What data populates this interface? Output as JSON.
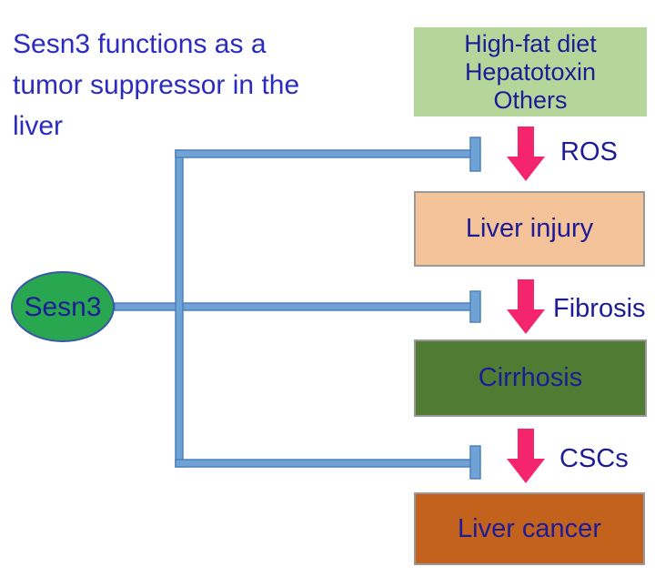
{
  "title": {
    "text": "Sesn3 functions as a\ntumor suppressor in the\nliver"
  },
  "entity": {
    "label": "Sesn3"
  },
  "boxes": {
    "causes": {
      "text": "High-fat diet\nHepatotoxin\nOthers"
    },
    "liver_injury": {
      "label": "Liver injury"
    },
    "cirrhosis": {
      "label": "Cirrhosis"
    },
    "liver_cancer": {
      "label": "Liver cancer"
    }
  },
  "labels": {
    "ros": "ROS",
    "fibrosis": "Fibrosis",
    "cscs": "CSCs"
  },
  "colors": {
    "title_text": "#2b2bc0",
    "body_text": "#1d1c96",
    "causes_bg": "#b5d69b",
    "injury_bg": "#f5c399",
    "cirrhosis_bg": "#4f7b33",
    "cancer_bg": "#c2621c",
    "box_border": "#999999",
    "connector_fill": "#6fa3d6",
    "connector_stroke": "#4e80bc",
    "arrow_fill": "#f4256d",
    "entity_fill": "#29a750",
    "entity_stroke": "#3a57a8"
  }
}
